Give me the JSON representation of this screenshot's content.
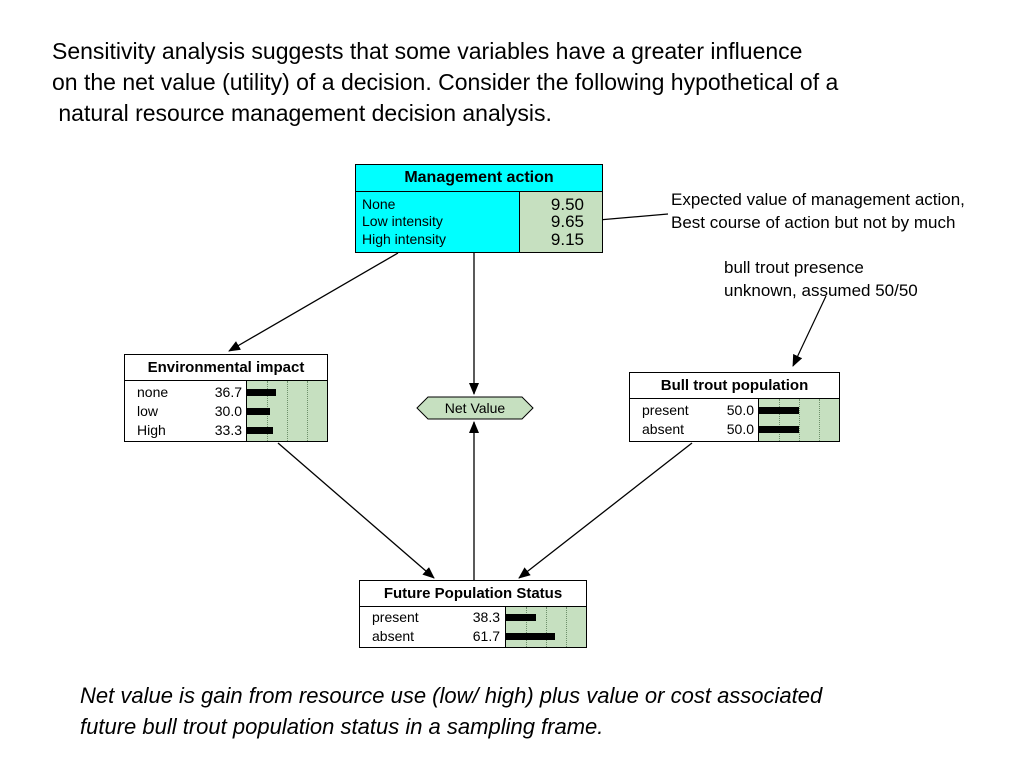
{
  "intro_text": "Sensitivity analysis suggests that some variables have a greater influence\non the net value (utility) of a decision. Consider the following hypothetical of a\n natural resource management decision analysis.",
  "footer_text": "Net value is gain from resource use (low/ high) plus value or cost associated\nfuture bull trout population status in a sampling frame.",
  "notes": {
    "expected_value": "Expected value of management action,\nBest course of action but not by much",
    "bull_trout": "bull trout presence\nunknown, assumed 50/50"
  },
  "management_action": {
    "title": "Management action",
    "options": [
      {
        "label": "None",
        "value": "9.50"
      },
      {
        "label": "Low intensity",
        "value": "9.65"
      },
      {
        "label": "High intensity",
        "value": "9.15"
      }
    ],
    "color": "#00ffff"
  },
  "environmental_impact": {
    "title": "Environmental impact",
    "states": [
      {
        "label": "none",
        "value": "36.7",
        "prob": 0.367
      },
      {
        "label": "low",
        "value": "30.0",
        "prob": 0.3
      },
      {
        "label": "High",
        "value": "33.3",
        "prob": 0.333
      }
    ]
  },
  "bull_trout_population": {
    "title": "Bull trout population",
    "states": [
      {
        "label": "present",
        "value": "50.0",
        "prob": 0.5
      },
      {
        "label": "absent",
        "value": "50.0",
        "prob": 0.5
      }
    ]
  },
  "future_population_status": {
    "title": "Future Population Status",
    "states": [
      {
        "label": "present",
        "value": "38.3",
        "prob": 0.383
      },
      {
        "label": "absent",
        "value": "61.7",
        "prob": 0.617
      }
    ]
  },
  "net_value": {
    "label": "Net Value"
  },
  "colors": {
    "bar_panel": "#c6e0c0",
    "decision_node": "#00ffff",
    "bar": "#000000"
  }
}
